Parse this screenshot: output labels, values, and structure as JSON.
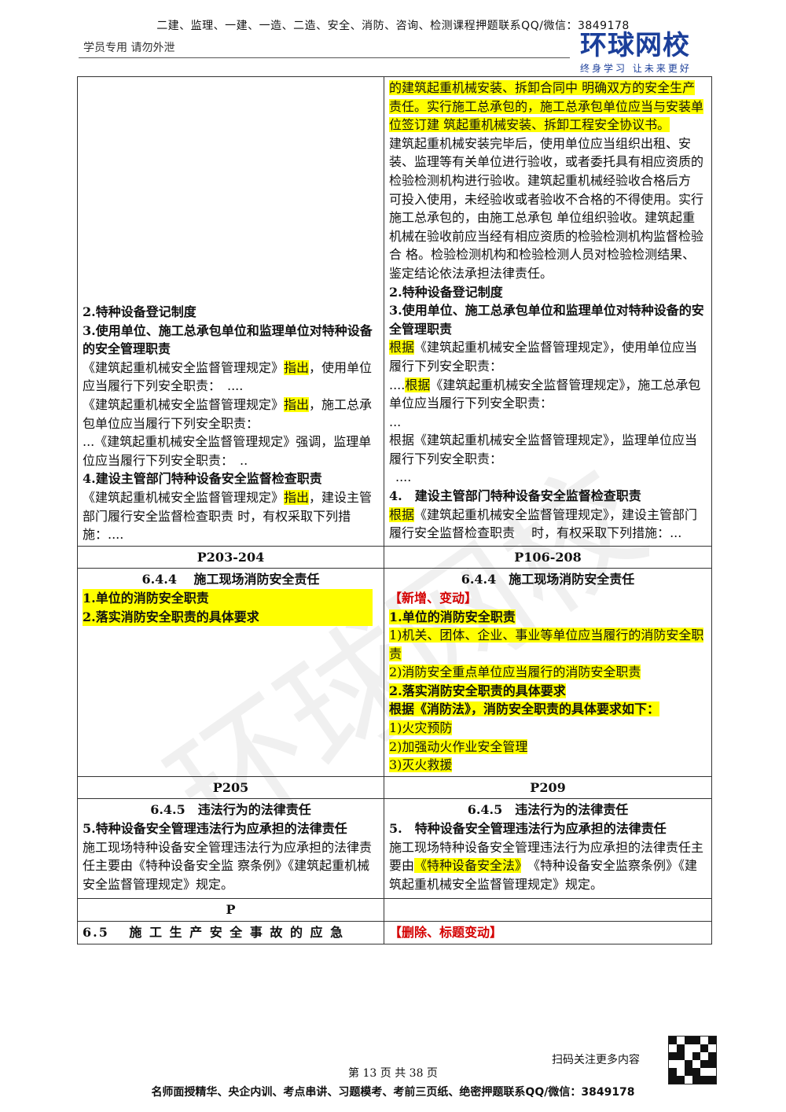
{
  "header": {
    "banner": "二建、监理、一建、一造、二造、安全、消防、咨询、检测课程押题联系QQ/微信：3849178",
    "sub": "学员专用 请勿外泄",
    "logo_main": "环球网校",
    "logo_sub": "终身学习 让未来更好"
  },
  "rows": {
    "r1": {
      "right_top_hl": "的建筑起重机械安装、拆卸合同中 明确双方的安全生产责任。实行施工总承包的，施工总承包单位应当与安装单位签订建 筑起重机械安装、拆卸工程安全协议书。",
      "right_para": "建筑起重机械安装完毕后，使用单位应当组织出租、安装、监理等有关单位进行验收，或者委托具有相应资质的检验检测机构进行验收。建筑起重机械经验收合格后方 可投入使用，未经验收或者验收不合格的不得使用。实行施工总承包的，由施工总承包 单位组织验收。建筑起重机械在验收前应当经有相应资质的检验检测机构监督检验合 格。检验检测机构和检验检测人员对检验检测结果、鉴定结论依法承担法律责任。",
      "left_h2": "2.特种设备登记制度",
      "left_h3": "3.使用单位、施工总承包单位和监理单位对特种设备的安全管理职责",
      "left_p1a": "《建筑起重机械安全监督管理规定》",
      "left_p1b": "指出",
      "left_p1c": "，使用单位应当履行下列安全职责：　....",
      "left_p2a": "《建筑起重机械安全监督管理规定》",
      "left_p2b": "指出",
      "left_p2c": "，施工总承包单位应当履行下列安全职责：",
      "left_p3": "...《建筑起重机械安全监督管理规定》强调，监理单位应当履行下列安全职责：　..",
      "left_h4": "4.建设主管部门特种设备安全监督检查职责",
      "left_p4a": "《建筑起重机械安全监督管理规定》",
      "left_p4b": "指出",
      "left_p4c": "，建设主管部门履行安全监督检查职责 时，有权采取下列措施：....",
      "right_h2": "2.特种设备登记制度",
      "right_h3": "3.使用单位、施工总承包单位和监理单位对特种设备的安全管理职责",
      "right_p1a": "根据",
      "right_p1b": "《建筑起重机械安全监督管理规定》，使用单位应当履行下列安全职责：",
      "right_p2a": "....",
      "right_p2b": "根据",
      "right_p2c": "《建筑起重机械安全监督管理规定》，施工总承包单位应当履行下列安全职责：",
      "right_dots1": "...",
      "right_p3": "根据《建筑起重机械安全监督管理规定》，监理单位应当履行下列安全职责：",
      "right_dots2": "....",
      "right_h4": "4.　建设主管部门特种设备安全监督检查职责",
      "right_p4a": "根据",
      "right_p4b": "《建筑起重机械安全监督管理规定》，建设主管部门履行安全监督检查职责　 时，有权采取下列措施：..."
    },
    "p1": {
      "left": "P203-204",
      "right": "P106-208"
    },
    "r2": {
      "left_title": "6.4.4　 施工现场消防安全责任",
      "left_i1": "1.单位的消防安全职责",
      "left_i2": "2.落实消防安全职责的具体要求",
      "right_title": "6.4.4　施工现场消防安全责任",
      "right_tag": "【新增、变动】",
      "right_i1": "1.单位的消防安全职责",
      "right_i1a": "1)机关、团体、企业、事业等单位应当履行的消防安全职责",
      "right_i1b": "2)消防安全重点单位应当履行的消防安全职责",
      "right_i2": "2.落实消防安全职责的具体要求",
      "right_i2h": "根据《消防法》，消防安全职责的具体要求如下：",
      "right_i2a": "1)火灾预防",
      "right_i2b": "2)加强动火作业安全管理",
      "right_i2c": "3)灭火救援"
    },
    "p2": {
      "left": "P205",
      "right": "P209"
    },
    "r3": {
      "left_title": "6.4.5　违法行为的法律责任",
      "left_h": "5.特种设备安全管理违法行为应承担的法律责任",
      "left_p": "施工现场特种设备安全管理违法行为应承担的法律责任主要由《特种设备安全监 察条例》《建筑起重机械安全监督管理规定》规定。",
      "right_title": "6.4.5　违法行为的法律责任",
      "right_h": "5.　特种设备安全管理违法行为应承担的法律责任",
      "right_pa": "施工现场特种设备安全管理违法行为应承担的法律责任主要由",
      "right_pb": "《特种设备安全法》",
      "right_pc": "　《特种设备安全监察条例》《建筑起重机械安全监督管理规定》规定。"
    },
    "p3": {
      "left": "P",
      "right": ""
    },
    "r4": {
      "left": "6.5　 施 工 生 产 安 全 事 故 的 应 急",
      "right": "【删除、标题变动】"
    }
  },
  "footer": {
    "scan": "扫码关注更多内容",
    "page": "第 13 页 共 38 页",
    "banner": "名师面授精华、央企内训、考点串讲、习题模考、考前三页纸、绝密押题联系QQ/微信：3849178"
  },
  "colors": {
    "highlight": "#ffff00",
    "red": "#d40000",
    "logo": "#1b3f9a"
  }
}
